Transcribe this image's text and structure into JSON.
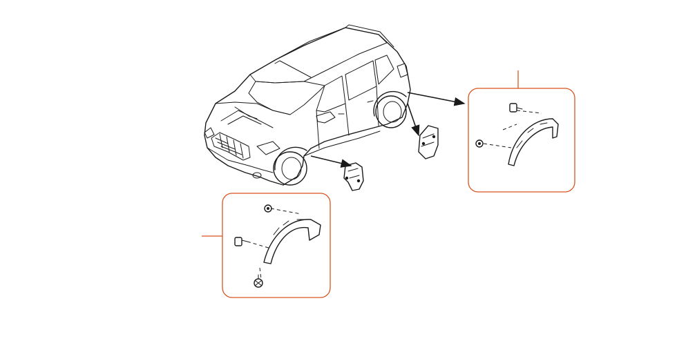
{
  "diagram": {
    "subject": "vehicle",
    "parts": [
      {
        "name": "front-wheel-arch-liner"
      },
      {
        "name": "rear-wheel-arch-liner"
      },
      {
        "name": "front-mud-flap"
      },
      {
        "name": "rear-mud-flap"
      }
    ],
    "colors": {
      "line": "#1a1a1a",
      "callout": "#d9541e",
      "background": "#ffffff"
    }
  }
}
